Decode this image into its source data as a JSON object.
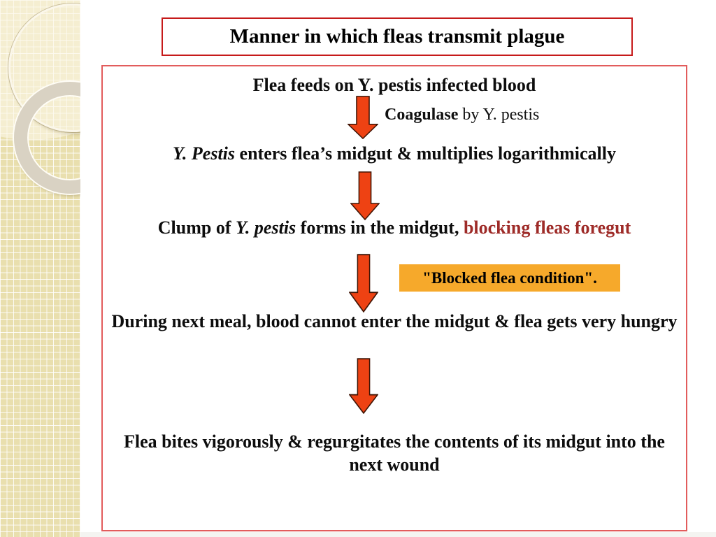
{
  "slide": {
    "title": "Manner in which fleas transmit plague",
    "flow": {
      "step1": "Flea feeds on Y. pestis infected blood",
      "coagulase_bold": "Coagulase",
      "coagulase_rest": " by Y. pestis",
      "step2_species": "Y. Pestis",
      "step2_rest": " enters flea’s midgut & multiplies logarithmically",
      "step3_pre": "Clump of ",
      "step3_species": "Y. pestis",
      "step3_mid": " forms in the midgut, ",
      "step3_red": "blocking fleas foregut",
      "callout": "\"Blocked flea condition\".",
      "step4": "During next meal, blood cannot enter the midgut & flea gets very hungry",
      "step5": "Flea bites vigorously & regurgitates the contents of its midgut into the next wound"
    },
    "icons": {
      "flow_arrow": "down-arrow"
    },
    "colors": {
      "title_border": "#c61a1a",
      "main_border": "#e25c5c",
      "arrow_fill": "#ee4213",
      "arrow_stroke": "#401505",
      "red_text": "#9e2b28",
      "callout_bg": "#f6a92b"
    }
  }
}
